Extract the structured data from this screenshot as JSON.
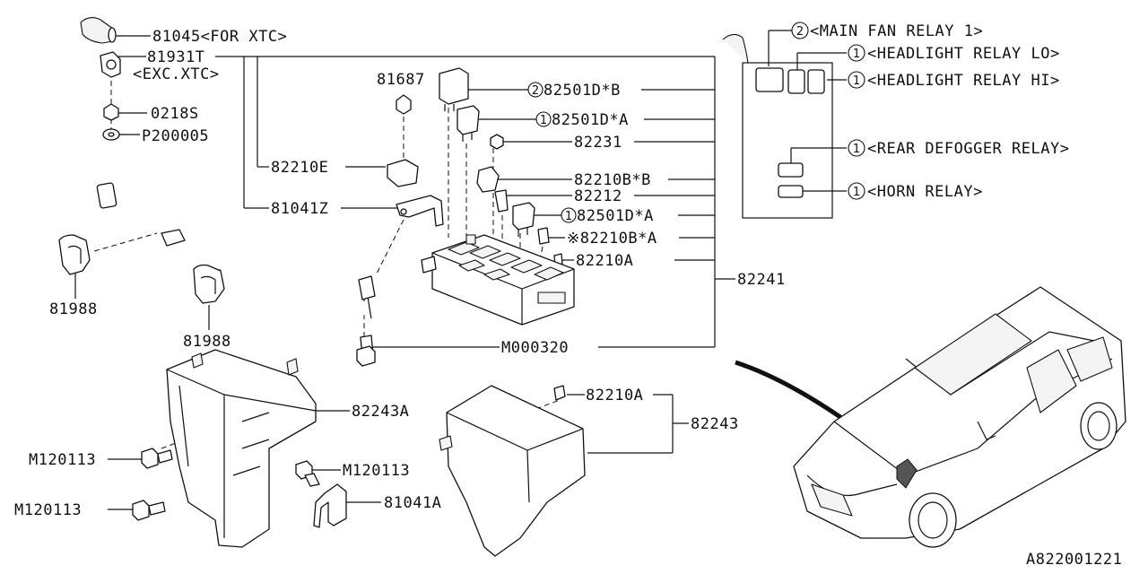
{
  "callouts": {
    "p81045": "81045<FOR XTC>",
    "p81931t": "81931T",
    "p81931t_note": "<EXC.XTC>",
    "p0218s": "0218S",
    "p200005": "P200005",
    "p82210e": "82210E",
    "p81041z": "81041Z",
    "p81687": "81687",
    "p82501db": "82501D*B",
    "p82501da1": "82501D*A",
    "p82231": "82231",
    "p82210bb": "82210B*B",
    "p82212": "82212",
    "p82501da2": "82501D*A",
    "p82210ba": "※82210B*A",
    "p82210a_top": "82210A",
    "p82241": "82241",
    "pM000320": "M000320",
    "p81988_a": "81988",
    "p81988_b": "81988",
    "p82243a": "82243A",
    "pM120113_a": "M120113",
    "pM120113_b": "M120113",
    "pM120113_c": "M120113",
    "p81041a": "81041A",
    "p82210a_bot": "82210A",
    "p82243": "82243"
  },
  "circled_numbers": {
    "c2": "2",
    "c1": "1"
  },
  "relay_legend": {
    "main_fan": "<MAIN FAN RELAY 1>",
    "headlight_lo": "<HEADLIGHT RELAY LO>",
    "headlight_hi": "<HEADLIGHT RELAY HI>",
    "rear_defogger": "<REAR DEFOGGER RELAY>",
    "horn": "<HORN RELAY>"
  },
  "diagram_id": "A822001221"
}
